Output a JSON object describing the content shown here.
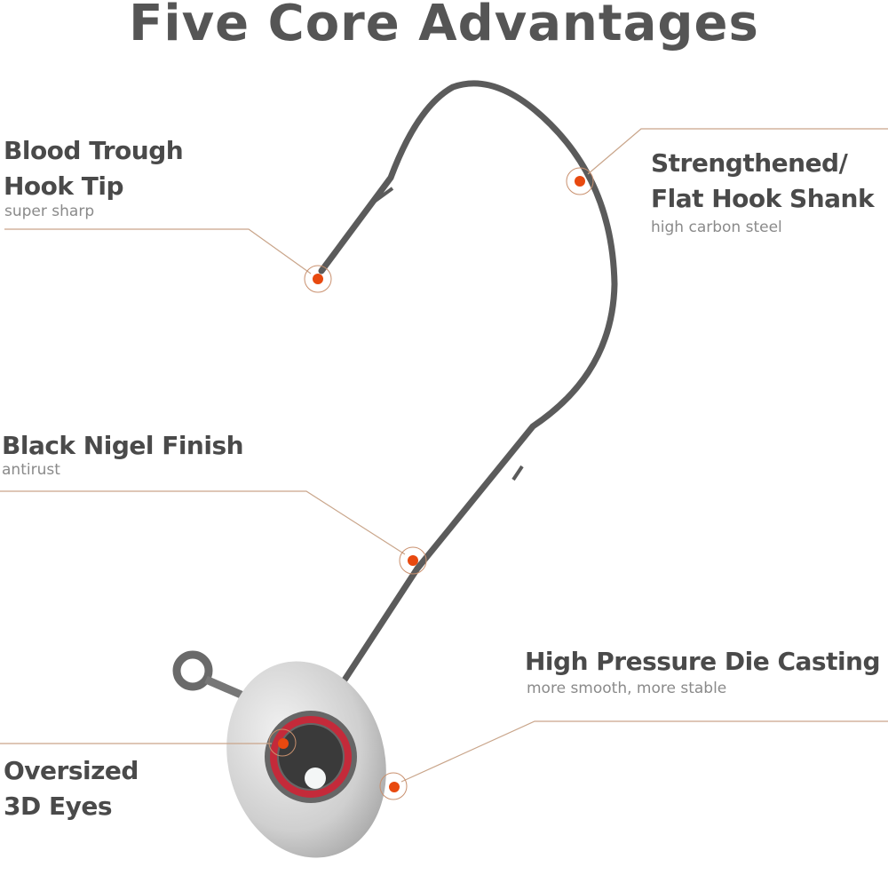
{
  "title": "Five Core Advantages",
  "colors": {
    "accent": "#e8490f",
    "line": "#c9a58a",
    "text": "#4a4a4a",
    "subtext": "#8a8a8a"
  },
  "features": [
    {
      "title_line1": "Blood Trough",
      "title_line2": "Hook Tip",
      "subtitle": "super sharp"
    },
    {
      "title_line1": "Strengthened/",
      "title_line2": "Flat Hook Shank",
      "subtitle": "high carbon steel"
    },
    {
      "title_line1": "Black Nigel Finish",
      "subtitle": "antirust"
    },
    {
      "title_line1": "High Pressure Die Casting",
      "subtitle": "more smooth, more stable"
    },
    {
      "title_line1": "Oversized",
      "title_line2": "3D Eyes"
    }
  ]
}
